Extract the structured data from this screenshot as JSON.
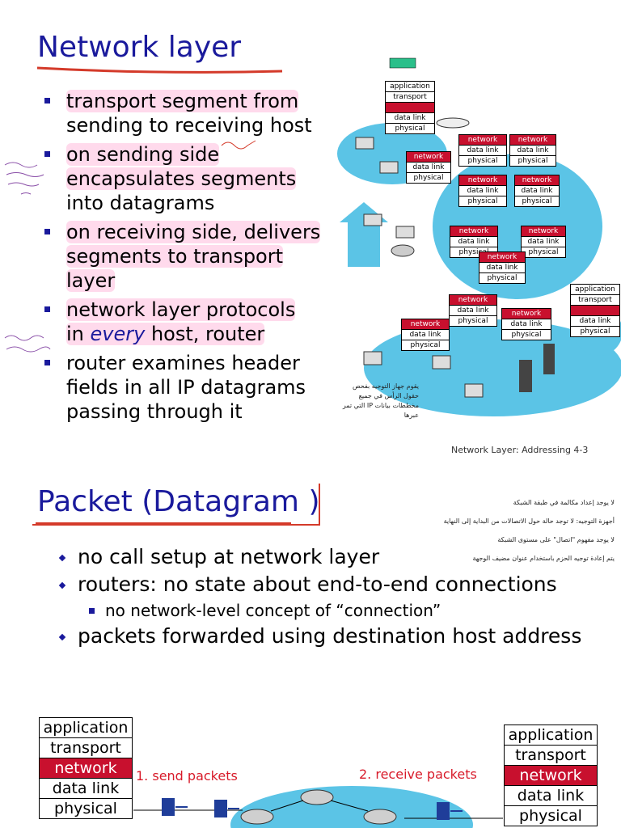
{
  "slide1": {
    "title": "Network layer",
    "bullets": [
      [
        "transport segment from",
        "sending to receiving host"
      ],
      [
        "on sending side",
        "encapsulates segments",
        "into datagrams"
      ],
      [
        "on receiving side, delivers",
        "segments to transport",
        "layer"
      ],
      [
        "network layer protocols",
        "in ",
        "every",
        " host, router"
      ],
      [
        "router examines header",
        "fields in all IP datagrams",
        "passing through it"
      ]
    ],
    "footer": "Network Layer: Addressing  4-3",
    "stack_labels": {
      "application": "application",
      "transport": "transport",
      "network": "network",
      "data_link": "data link",
      "physical": "physical"
    },
    "arabic_caption": [
      "يقوم جهاز التوجيه بفحص",
      "حقول الرأس في جميع",
      "مخططات بيانات IP التي تمر",
      "عبرها"
    ]
  },
  "slide2": {
    "title": "Packet (Datagram )",
    "bullets": [
      "no call setup at network layer",
      "routers: no state about end-to-end connections",
      "no network-level concept of “connection”",
      "packets forwarded using destination host address"
    ],
    "arabic_notes": [
      "لا يوجد إعداد مكالمة في طبقة الشبكة",
      "أجهزة التوجيه: لا توجد حالة حول الاتصالات من البداية إلى النهاية",
      "لا يوجد مفهوم \"اتصال\" على مستوى الشبكة",
      "يتم إعادة توجيه الحزم باستخدام عنوان مضيف الوجهة"
    ],
    "send_label": "1. send packets",
    "receive_label": "2. receive packets",
    "stack_labels": [
      "application",
      "transport",
      "network",
      "data link",
      "physical"
    ]
  },
  "colors": {
    "title": "#1a1a9c",
    "network_red": "#c8102e",
    "cloud": "#5bc4e6",
    "label_red": "#d81b2a"
  }
}
